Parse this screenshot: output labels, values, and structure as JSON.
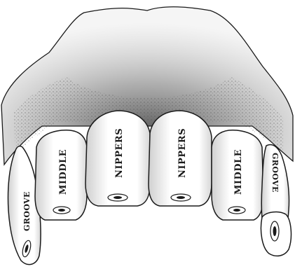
{
  "figure": {
    "labels": {
      "groove_left": "GROOVE",
      "middle_left": "MIDDLE",
      "nippers_left": "NIPPERS",
      "nippers_right": "NIPPERS",
      "middle_right": "MIDDLE",
      "groove_right": "GROOVE"
    },
    "colors": {
      "ink": "#1a1a1a",
      "gum_shade": "#6e6e6e",
      "paper": "#ffffff"
    }
  }
}
